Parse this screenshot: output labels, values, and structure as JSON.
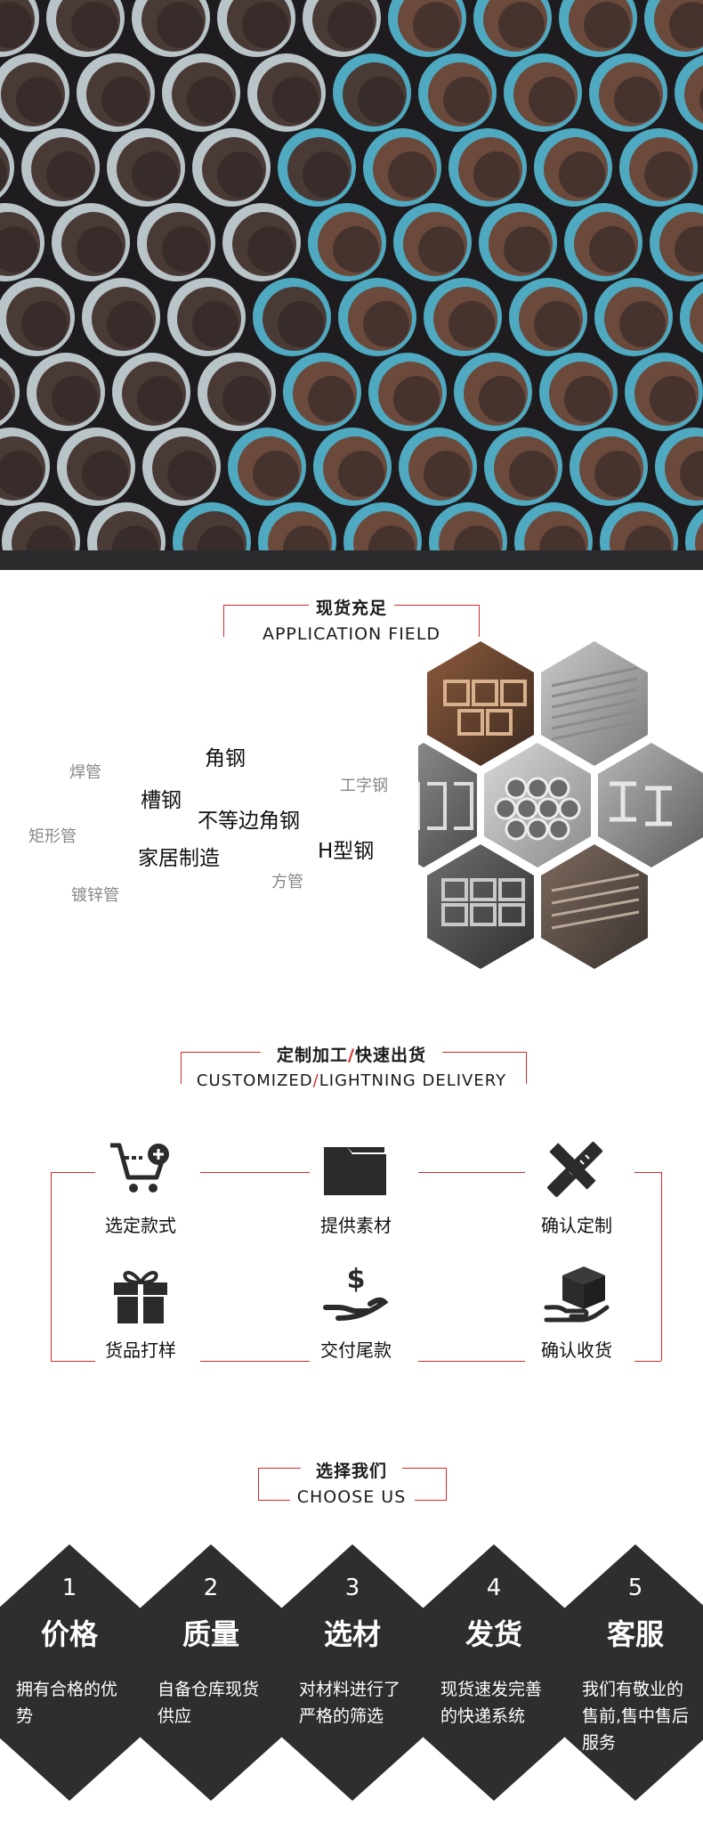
{
  "section1": {
    "cn": "现货充足",
    "en": "APPLICATION FIELD"
  },
  "tags": [
    "角钢",
    "焊管",
    "槽钢",
    "工字钢",
    "不等边角钢",
    "矩形管",
    "H型钢",
    "家居制造",
    "方管",
    "镀锌管"
  ],
  "section2": {
    "cn_a": "定制加工",
    "slash": "/",
    "cn_b": "快速出货",
    "en_a": "CUSTOMIZED",
    "en_b": "LIGHTNING DELIVERY"
  },
  "process": [
    {
      "label": "选定款式",
      "icon": "cart-plus-icon"
    },
    {
      "label": "提供素材",
      "icon": "folder-icon"
    },
    {
      "label": "确认定制",
      "icon": "pencil-ruler-icon"
    },
    {
      "label": "货品打样",
      "icon": "gift-icon"
    },
    {
      "label": "交付尾款",
      "icon": "hand-dollar-icon"
    },
    {
      "label": "确认收货",
      "icon": "box-hand-icon"
    }
  ],
  "section3": {
    "cn": "选择我们",
    "en": "CHOOSE US"
  },
  "advantages": [
    {
      "num": "1",
      "title": "价格",
      "desc": "拥有合格的优势"
    },
    {
      "num": "2",
      "title": "质量",
      "desc": "自备仓库现货供应"
    },
    {
      "num": "3",
      "title": "选材",
      "desc": "对材料进行了严格的筛选"
    },
    {
      "num": "4",
      "title": "发货",
      "desc": "现货速发完善的快递系统"
    },
    {
      "num": "5",
      "title": "客服",
      "desc": "我们有敬业的售前,售中售后服务"
    }
  ],
  "colors": {
    "accent": "#d42a26",
    "dark": "#2e2e31",
    "pipe": "#5aa9b8"
  }
}
